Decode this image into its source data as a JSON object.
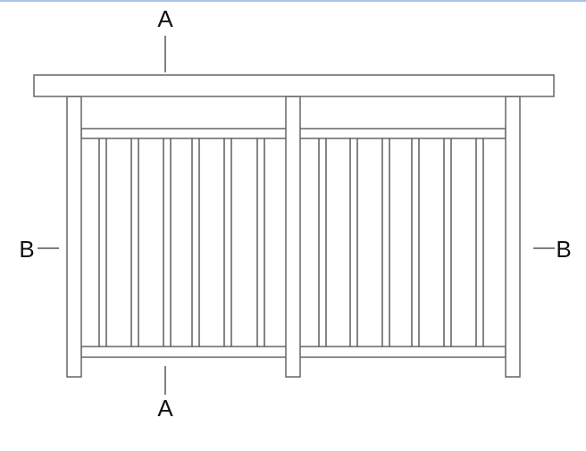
{
  "labels": {
    "section_top": "A",
    "section_bottom": "A",
    "section_left": "B",
    "section_right": "B"
  },
  "colors": {
    "line": "#555555",
    "frame_top_border": "#a9c4e4"
  },
  "drawing": {
    "panels": 2,
    "balusters_per_panel": 6,
    "posts": 3
  }
}
